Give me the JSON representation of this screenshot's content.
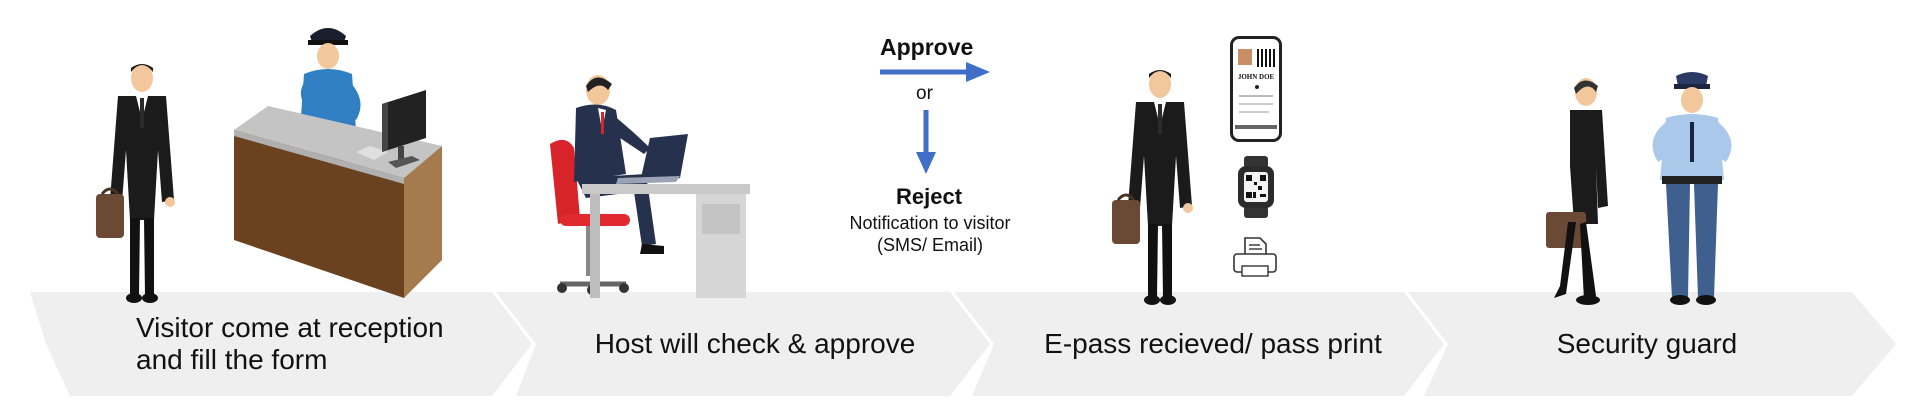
{
  "steps": [
    {
      "label_line1": "Visitor come at reception",
      "label_line2": "and fill the form"
    },
    {
      "label": "Host will check & approve"
    },
    {
      "label": "E-pass recieved/ pass print"
    },
    {
      "label": "Security guard"
    }
  ],
  "decision": {
    "approve": "Approve",
    "or": "or",
    "reject": "Reject",
    "note_line1": "Notification to visitor",
    "note_line2": "(SMS/ Email)"
  },
  "epass_card": {
    "name": "JOHN DOE"
  },
  "colors": {
    "chevron": "#efefef",
    "arrow": "#3f6fc6",
    "suit": "#1b1b1b",
    "guard_blue": "#2f7fc2",
    "desk_top": "#c4c4c4",
    "desk_body": "#8a5a2b",
    "chair_red": "#d9232b"
  },
  "icons": [
    "visitor-figure",
    "reception-desk-icon",
    "receptionist-figure",
    "computer-monitor-icon",
    "host-at-laptop-figure",
    "phone-epass-icon",
    "smartwatch-qr-icon",
    "printer-icon",
    "security-guard-figure"
  ]
}
